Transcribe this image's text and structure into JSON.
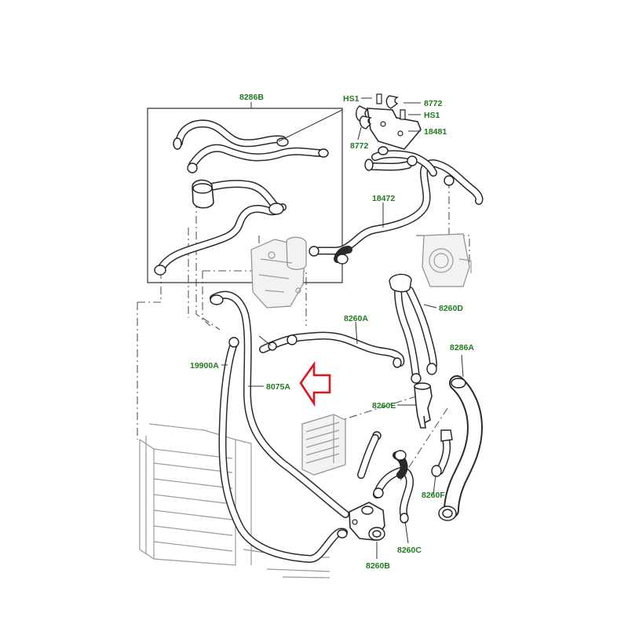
{
  "callouts": {
    "hs1_top": "HS1",
    "hs1_right": "HS1",
    "c8772_top": "8772",
    "c8772_left": "8772",
    "c18481": "18481",
    "c8286b": "8286B",
    "c18472": "18472",
    "c8260a": "8260A",
    "c8260d": "8260D",
    "c8286a": "8286A",
    "c19900a": "19900A",
    "c8075a": "8075A",
    "c8260e": "8260E",
    "c8260f": "8260F",
    "c8260c": "8260C",
    "c8260b": "8260B"
  },
  "colors": {
    "callout_text": "#1f7a1f",
    "highlight_arrow": "#e0151b",
    "line_art": "#2a2a2a",
    "engine_ghost": "#9a9a9a"
  },
  "icons": {
    "highlight": "red-outline-arrow-icon"
  }
}
